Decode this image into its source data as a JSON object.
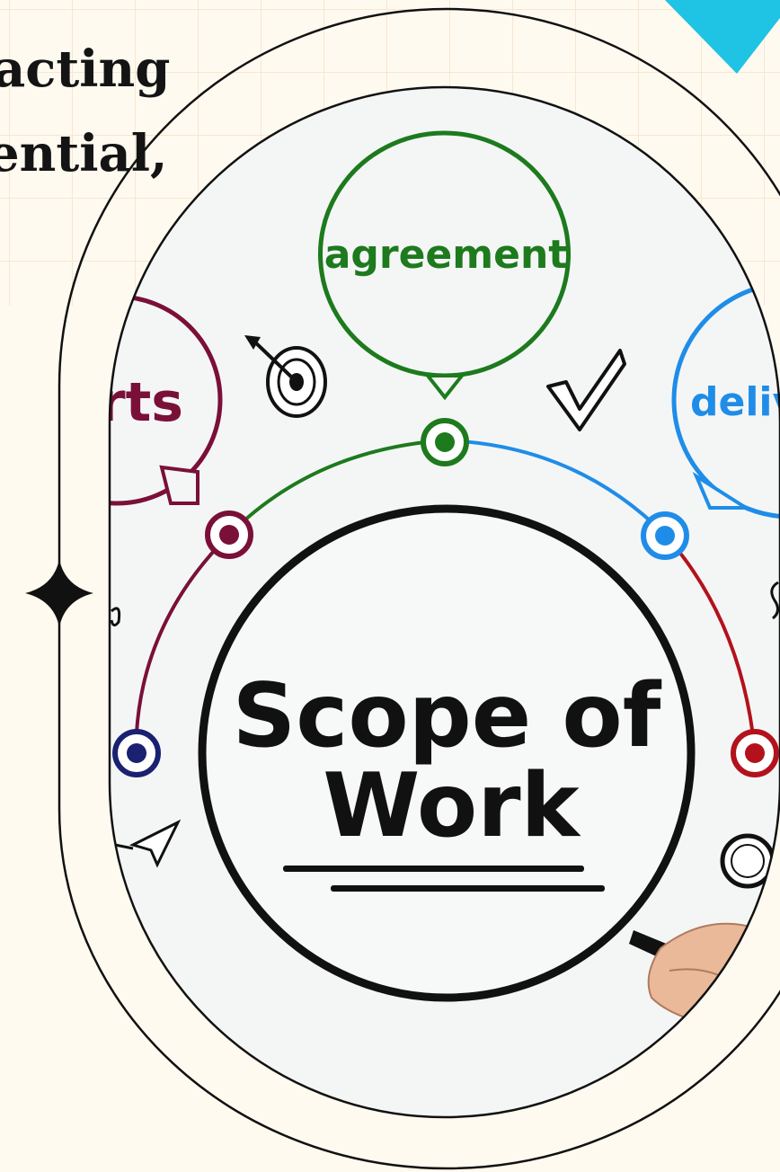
{
  "heading": {
    "lines": [
      "acting",
      "ential,"
    ]
  },
  "illustration": {
    "center_title_line1": "Scope of",
    "center_title_line2": "Work",
    "bubbles": {
      "left": "rts",
      "top": "agreement",
      "right": "delive"
    }
  },
  "colors": {
    "accent_triangle": "#1fc3e3",
    "top_green": "#1d7a1d",
    "left_maroon": "#7a1038",
    "right_blue": "#1f8de8",
    "right_red": "#b3121c",
    "navy": "#1a2170",
    "ink": "#111111"
  },
  "icons": [
    "target-icon",
    "checkmark-icon",
    "paper-plane-icon",
    "magnifier-icon",
    "sparkle-icon",
    "hand-with-marker"
  ]
}
